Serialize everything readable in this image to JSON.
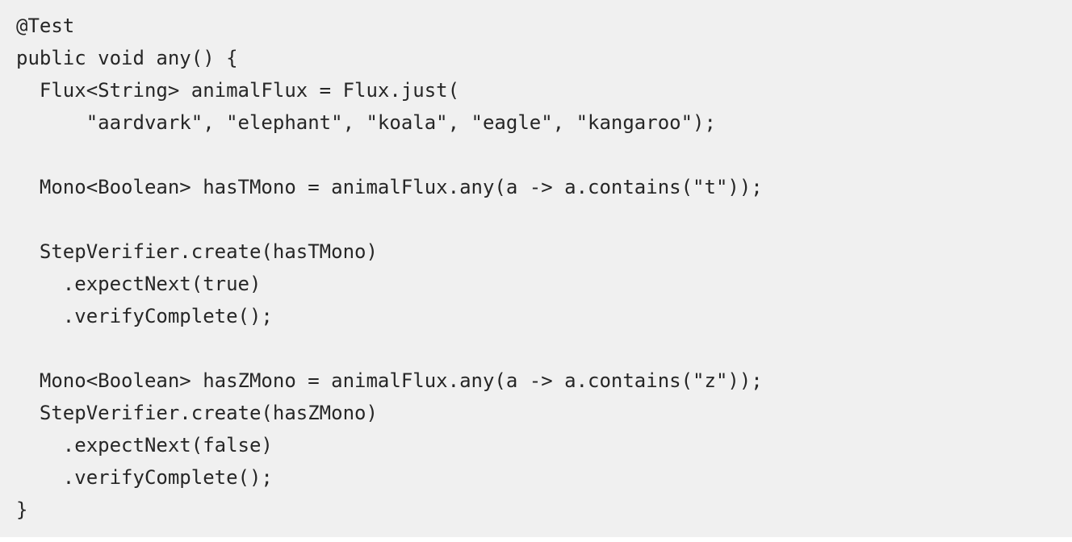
{
  "code": {
    "lines": [
      "@Test",
      "public void any() {",
      "  Flux<String> animalFlux = Flux.just(",
      "      \"aardvark\", \"elephant\", \"koala\", \"eagle\", \"kangaroo\");",
      "",
      "  Mono<Boolean> hasTMono = animalFlux.any(a -> a.contains(\"t\"));",
      "",
      "  StepVerifier.create(hasTMono)",
      "    .expectNext(true)",
      "    .verifyComplete();",
      "",
      "  Mono<Boolean> hasZMono = animalFlux.any(a -> a.contains(\"z\"));",
      "  StepVerifier.create(hasZMono)",
      "    .expectNext(false)",
      "    .verifyComplete();",
      "}"
    ]
  }
}
